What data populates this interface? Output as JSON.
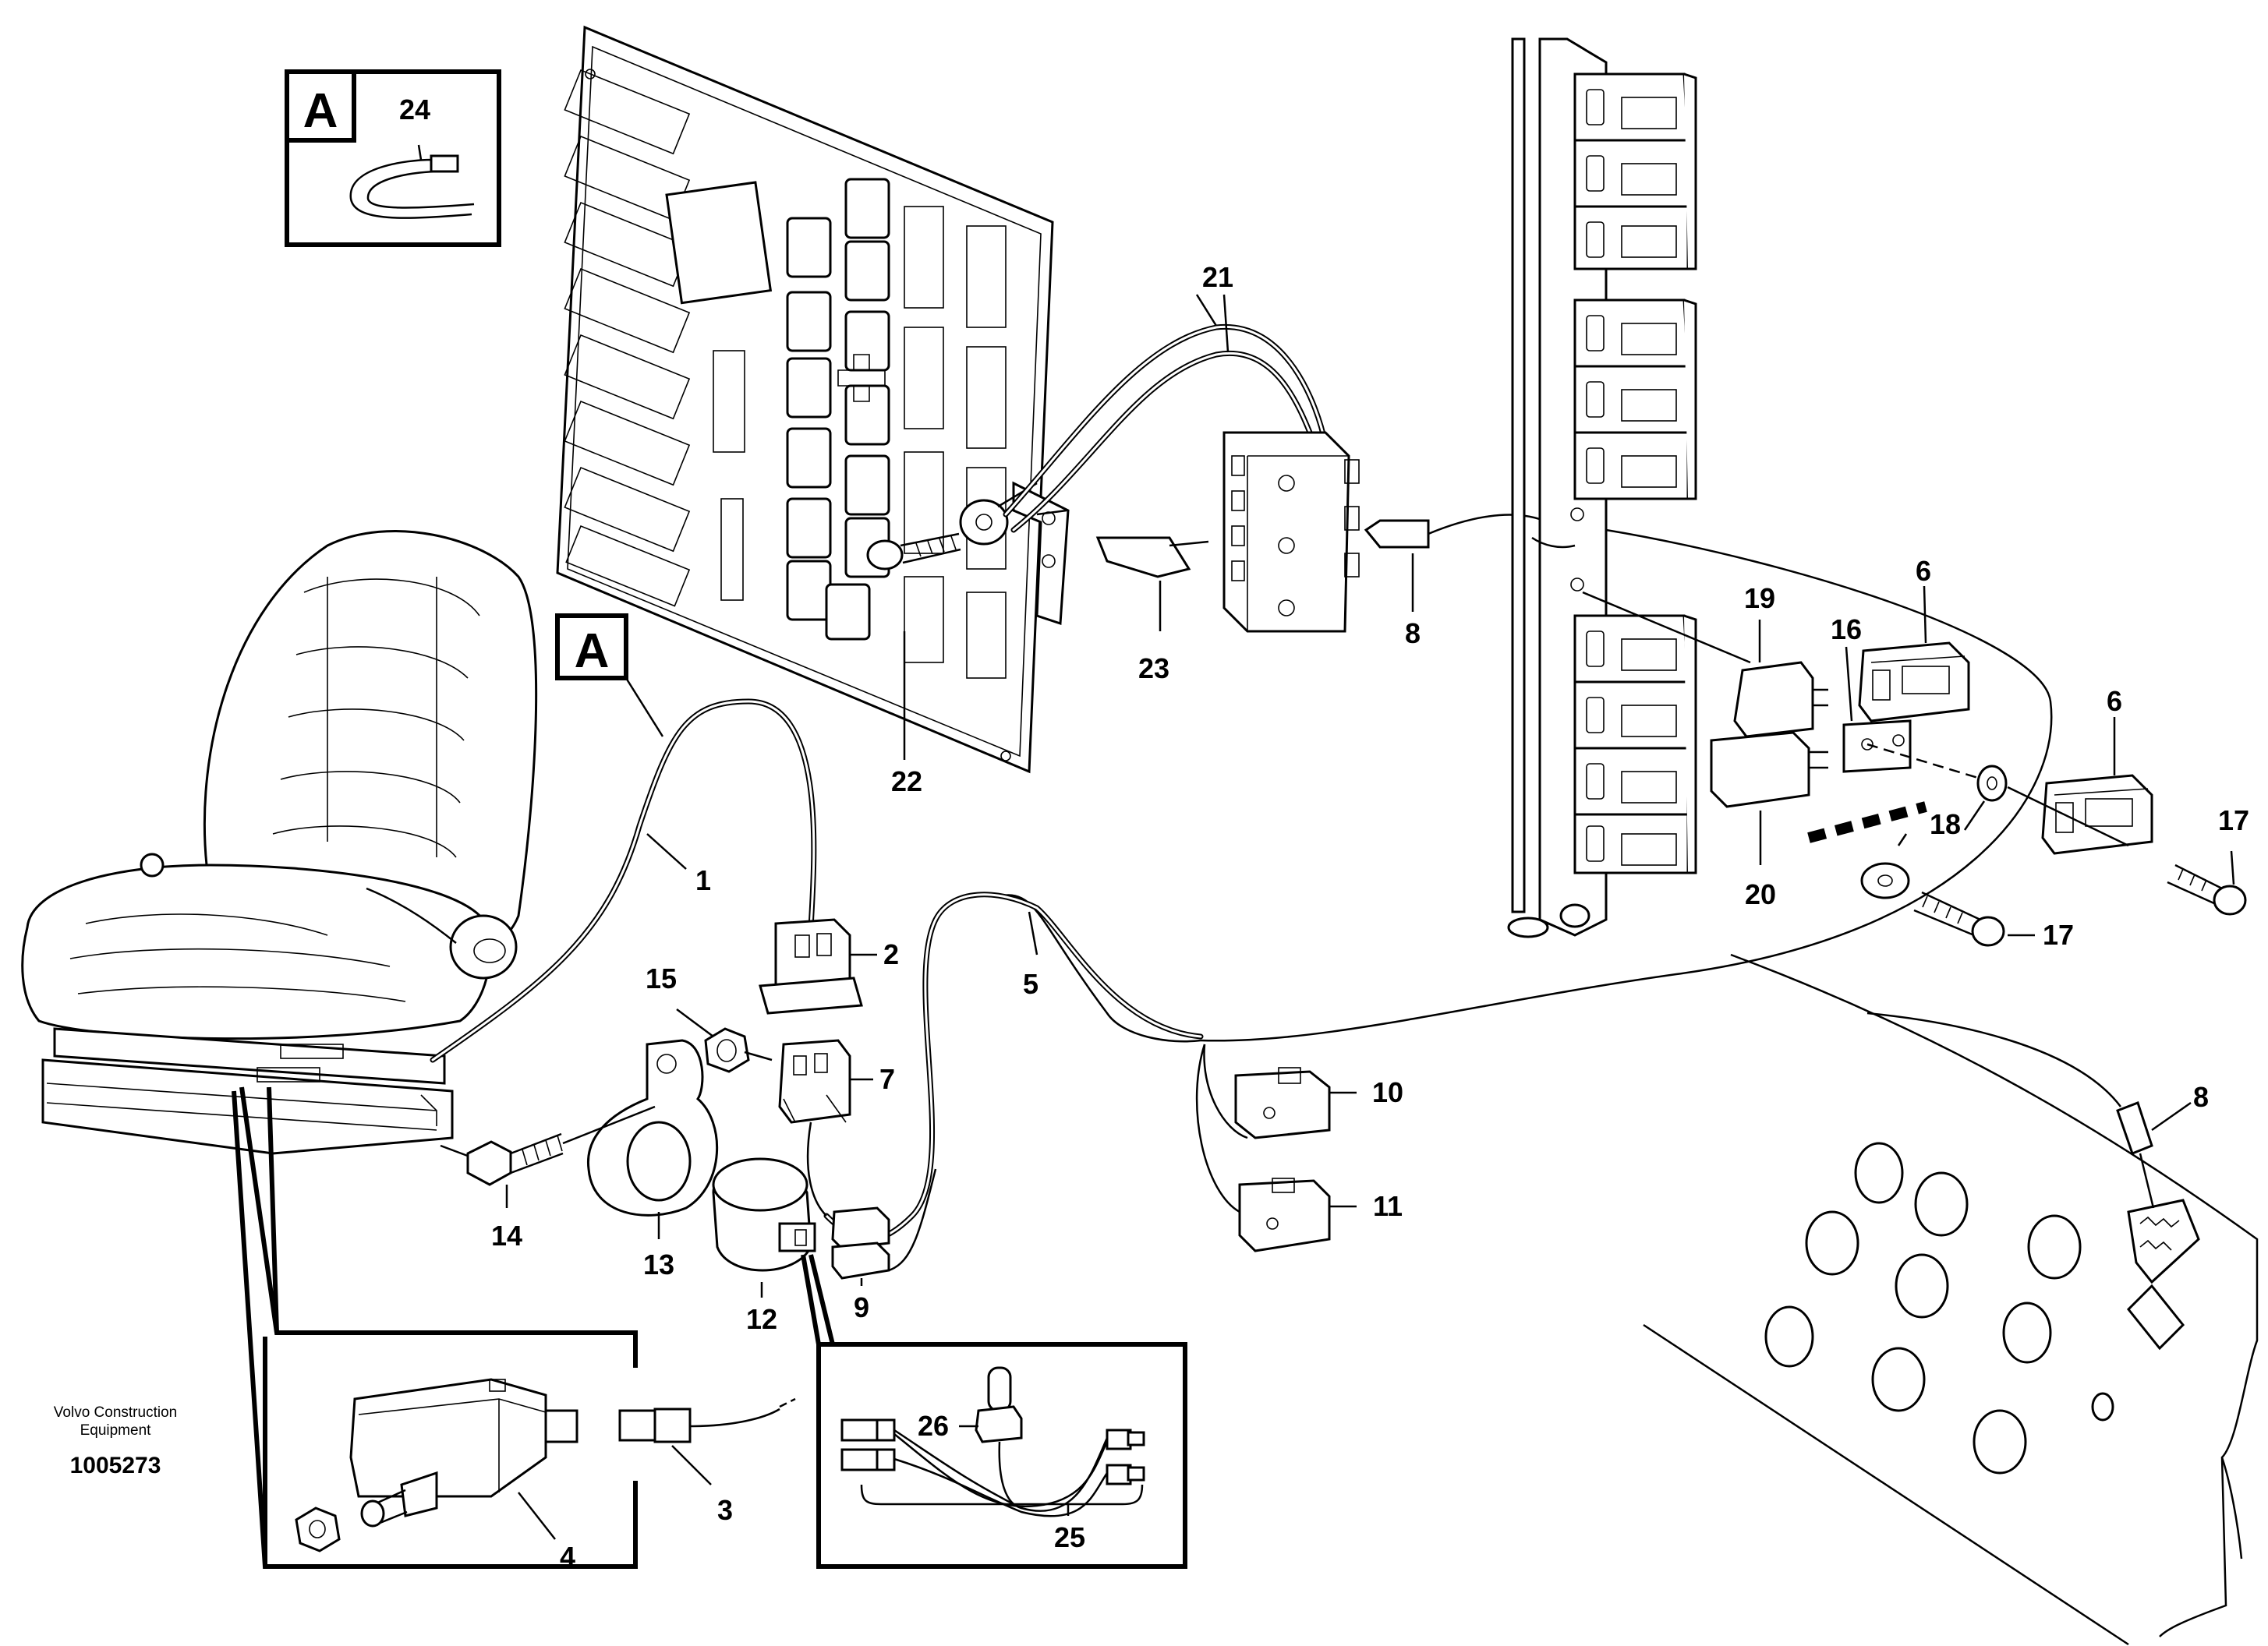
{
  "caption": {
    "company_line1": "Volvo Construction",
    "company_line2": "Equipment",
    "document_number": "1005273"
  },
  "detail_markers": {
    "inset_letter": "A",
    "cable_letter": "A"
  },
  "callouts": {
    "c1": "1",
    "c2": "2",
    "c3": "3",
    "c4": "4",
    "c5": "5",
    "c6a": "6",
    "c6b": "6",
    "c7": "7",
    "c8a": "8",
    "c8b": "8",
    "c9": "9",
    "c10": "10",
    "c11": "11",
    "c12": "12",
    "c13": "13",
    "c14": "14",
    "c15": "15",
    "c16": "16",
    "c17a": "17",
    "c17b": "17",
    "c18": "18",
    "c19": "19",
    "c20": "20",
    "c21": "21",
    "c22": "22",
    "c23": "23",
    "c24": "24",
    "c25": "25",
    "c26": "26"
  }
}
